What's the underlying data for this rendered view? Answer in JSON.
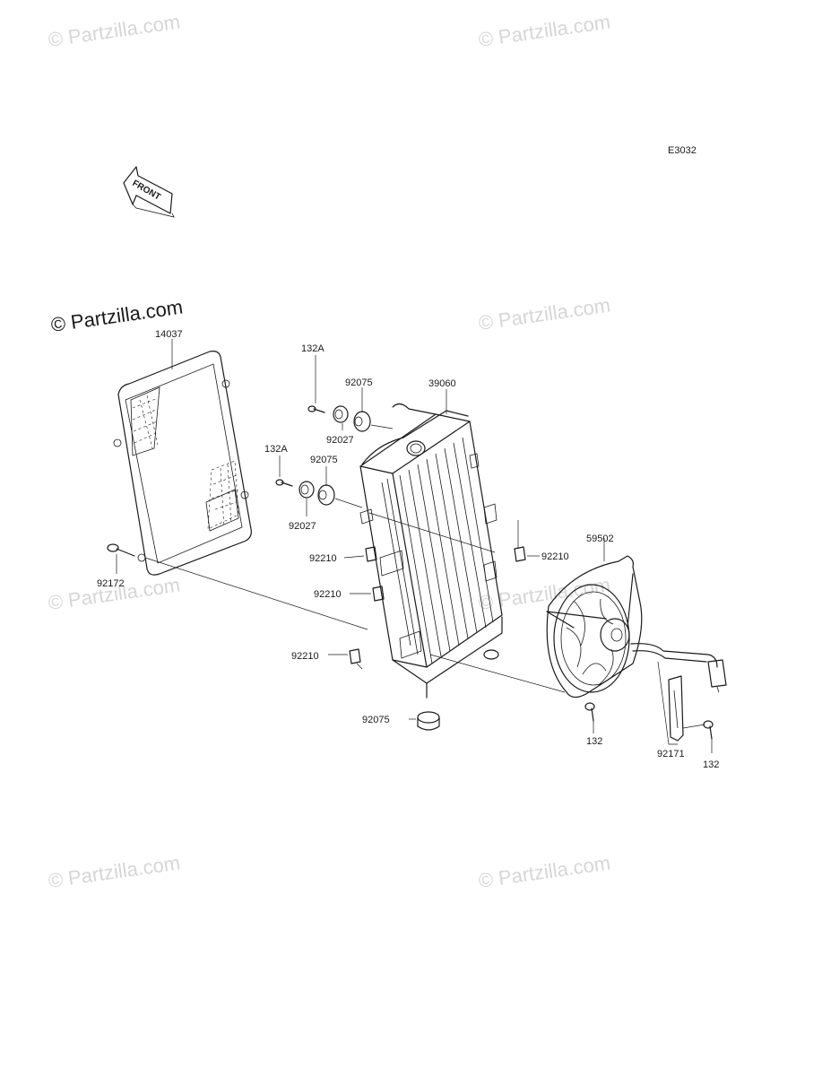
{
  "diagram_code": "E3032",
  "front_label": "FRONT",
  "watermark": {
    "faint": "© Partzilla.com",
    "strong": "© Partzilla.com"
  },
  "parts": {
    "grille": "14037",
    "radiator": "39060",
    "fan": "59502",
    "bolt_a_top": "132A",
    "bolt_a_mid": "132A",
    "damper_top": "92075",
    "damper_mid": "92075",
    "damper_bottom": "92075",
    "collar_top": "92027",
    "collar_mid": "92027",
    "clip_right": "92210",
    "clip_1": "92210",
    "clip_2": "92210",
    "clip_3": "92210",
    "screw_left": "92172",
    "bolt_fan": "132",
    "bolt_clamp": "132",
    "clamp": "92171"
  },
  "colors": {
    "line": "#1a1a1a",
    "watermark": "#d6d6d6"
  }
}
